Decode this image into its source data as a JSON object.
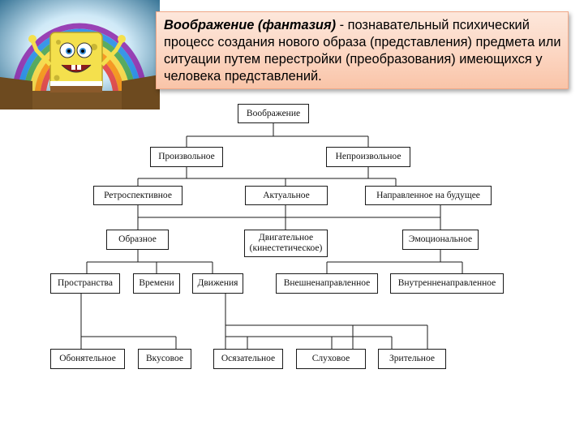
{
  "definition": {
    "term": "Воображение (фантазия)",
    "text": " - познавательный психический процесс создания нового образа (представления) предмета или ситуации путем перестройки (преобразования) имеющихся у человека представлений."
  },
  "tree": {
    "root": "Воображение",
    "level1": [
      "Произвольное",
      "Непроизвольное"
    ],
    "level2": [
      "Ретроспективное",
      "Актуальное",
      "Направленное на будущее"
    ],
    "level3": [
      "Образное",
      "Двигательное\n(кинестетическое)",
      "Эмоциональное"
    ],
    "level4_image": [
      "Пространства",
      "Времени",
      "Движения"
    ],
    "level4_emotion": [
      "Внешненаправленное",
      "Внутренненаправленное"
    ],
    "level5": [
      "Обонятельное",
      "Вкусовое",
      "Осязательное",
      "Слуховое",
      "Зрительное"
    ]
  },
  "colors": {
    "callout_fill": "#fcd6c2",
    "callout_border": "#f2a887",
    "box_border": "#1a1a1a",
    "rainbow": [
      "#e53935",
      "#fb8c00",
      "#fdd835",
      "#43a047",
      "#1e88e5",
      "#8e24aa"
    ],
    "sponge_yellow": "#f4e04d"
  }
}
